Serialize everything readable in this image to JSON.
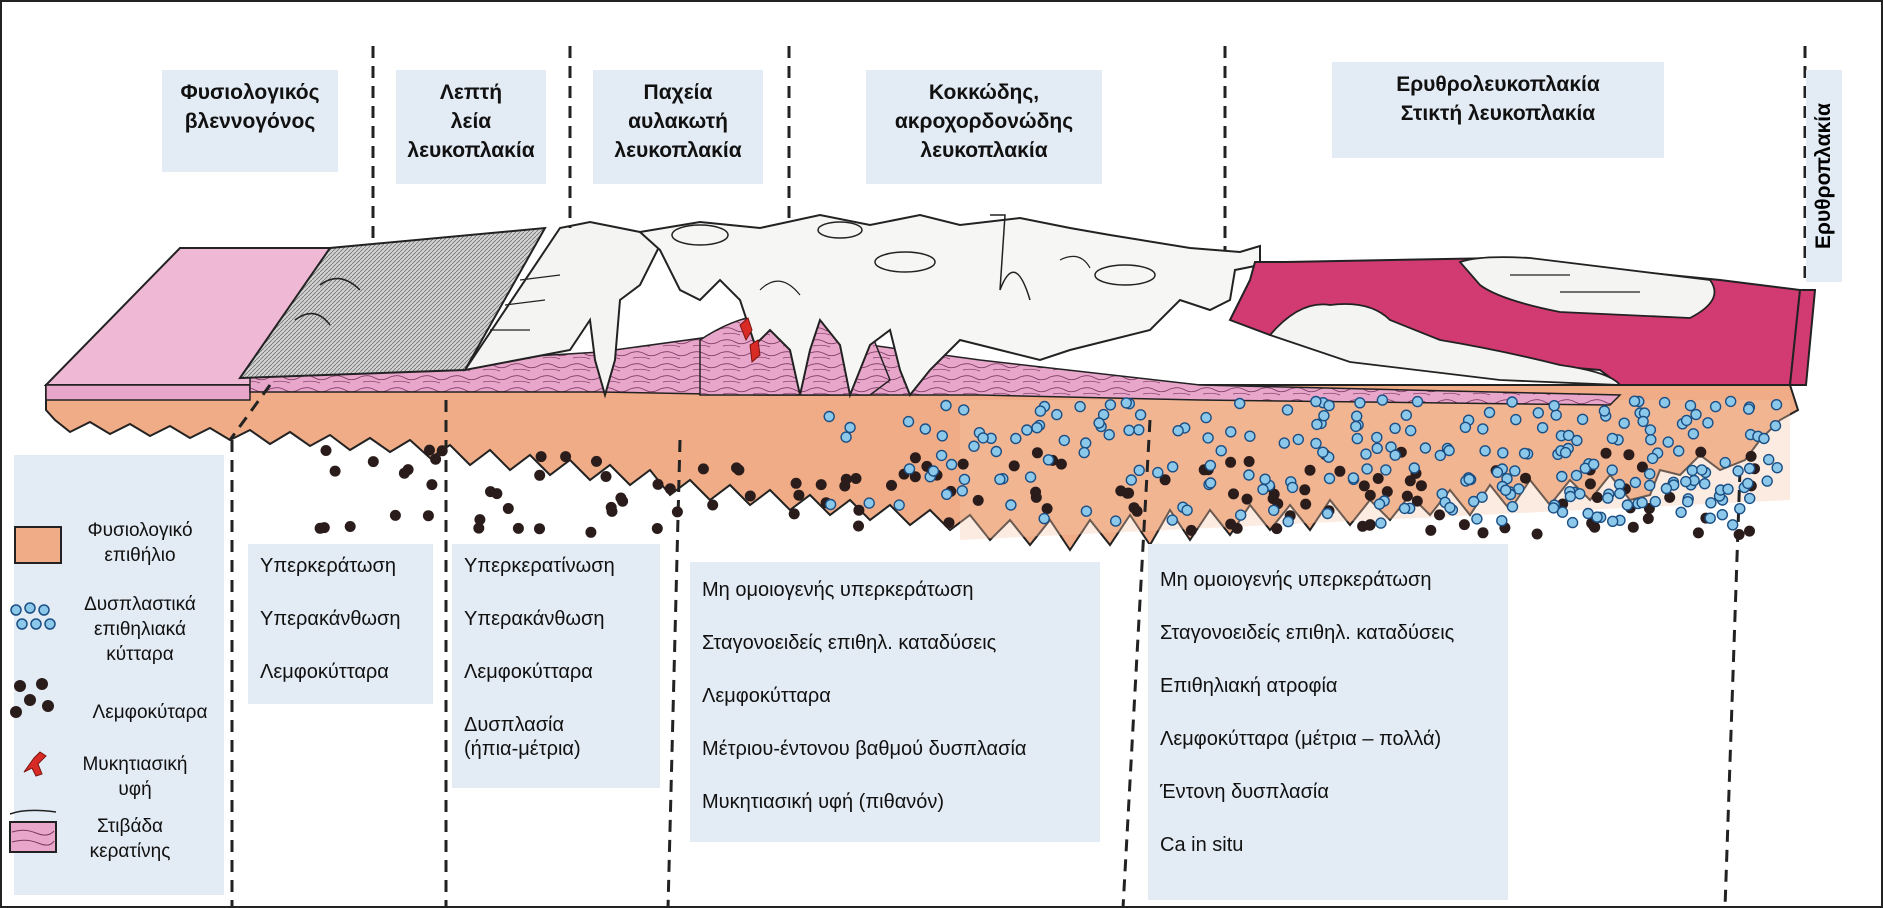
{
  "headers": {
    "normal_mucosa": [
      "Φυσιολογικός",
      "βλεννογόνος"
    ],
    "thin_smooth": [
      "Λεπτή",
      "λεία",
      "λευκοπλακία"
    ],
    "thick_fissured": [
      "Παχεία",
      "αυλακωτή",
      "λευκοπλακία"
    ],
    "granular_verrucous": [
      "Κοκκώδης,",
      "ακροχορδονώδης",
      "λευκοπλακία"
    ],
    "erythroleukoplakia": [
      "Ερυθρολευκοπλακία",
      "Στικτή λευκοπλακία"
    ],
    "erythroplakia": "Ερυθροπλακία"
  },
  "lists": {
    "thin_smooth": [
      "Υπερκεράτωση",
      "Υπερακάνθωση",
      "Λεμφοκύτταρα"
    ],
    "thick_fissured": [
      "Υπερκερατίνωση",
      "Υπερακάνθωση",
      "Λεμφοκύτταρα",
      "Δυσπλασία",
      "(ήπια-μέτρια)"
    ],
    "granular_verrucous": [
      "Μη ομοιογενής υπερκεράτωση",
      "Σταγονοειδείς επιθηλ.  καταδύσεις",
      "Λεμφοκύτταρα",
      "Μέτριου-έντονου βαθμού δυσπλασία",
      "Μυκητιασική υφή (πιθανόν)"
    ],
    "erythro": [
      "Μη ομοιογενής υπερκεράτωση",
      "Σταγονοειδείς επιθηλ. καταδύσεις",
      "Επιθηλιακή ατροφία",
      "Λεμφοκύτταρα (μέτρια – πολλά)",
      "Έντονη δυσπλασία",
      "Ca in situ"
    ]
  },
  "legend": {
    "normal_epithelium": [
      "Φυσιολογικό",
      "επιθήλιο"
    ],
    "dysplastic_cells": [
      "Δυσπλαστικά",
      "επιθηλιακά",
      "κύτταρα"
    ],
    "lymphocytes": "Λεμφοκύταρα",
    "fungal_hyphae": [
      "Μυκητιασική",
      "υφή"
    ],
    "keratin_layer": [
      "Στιβάδα",
      "κερατίνης"
    ]
  },
  "colors": {
    "epithelium": "#efac86",
    "keratin_pink": "#e9a6cb",
    "dysplastic_blue": "#8cc8ea",
    "lymphocyte": "#2b1c1c",
    "erythro_red": "#d23a72",
    "label_bg": "#e3ebf4",
    "hyphae_red": "#d92b25",
    "leuko_gray": "#c4c4c4"
  }
}
